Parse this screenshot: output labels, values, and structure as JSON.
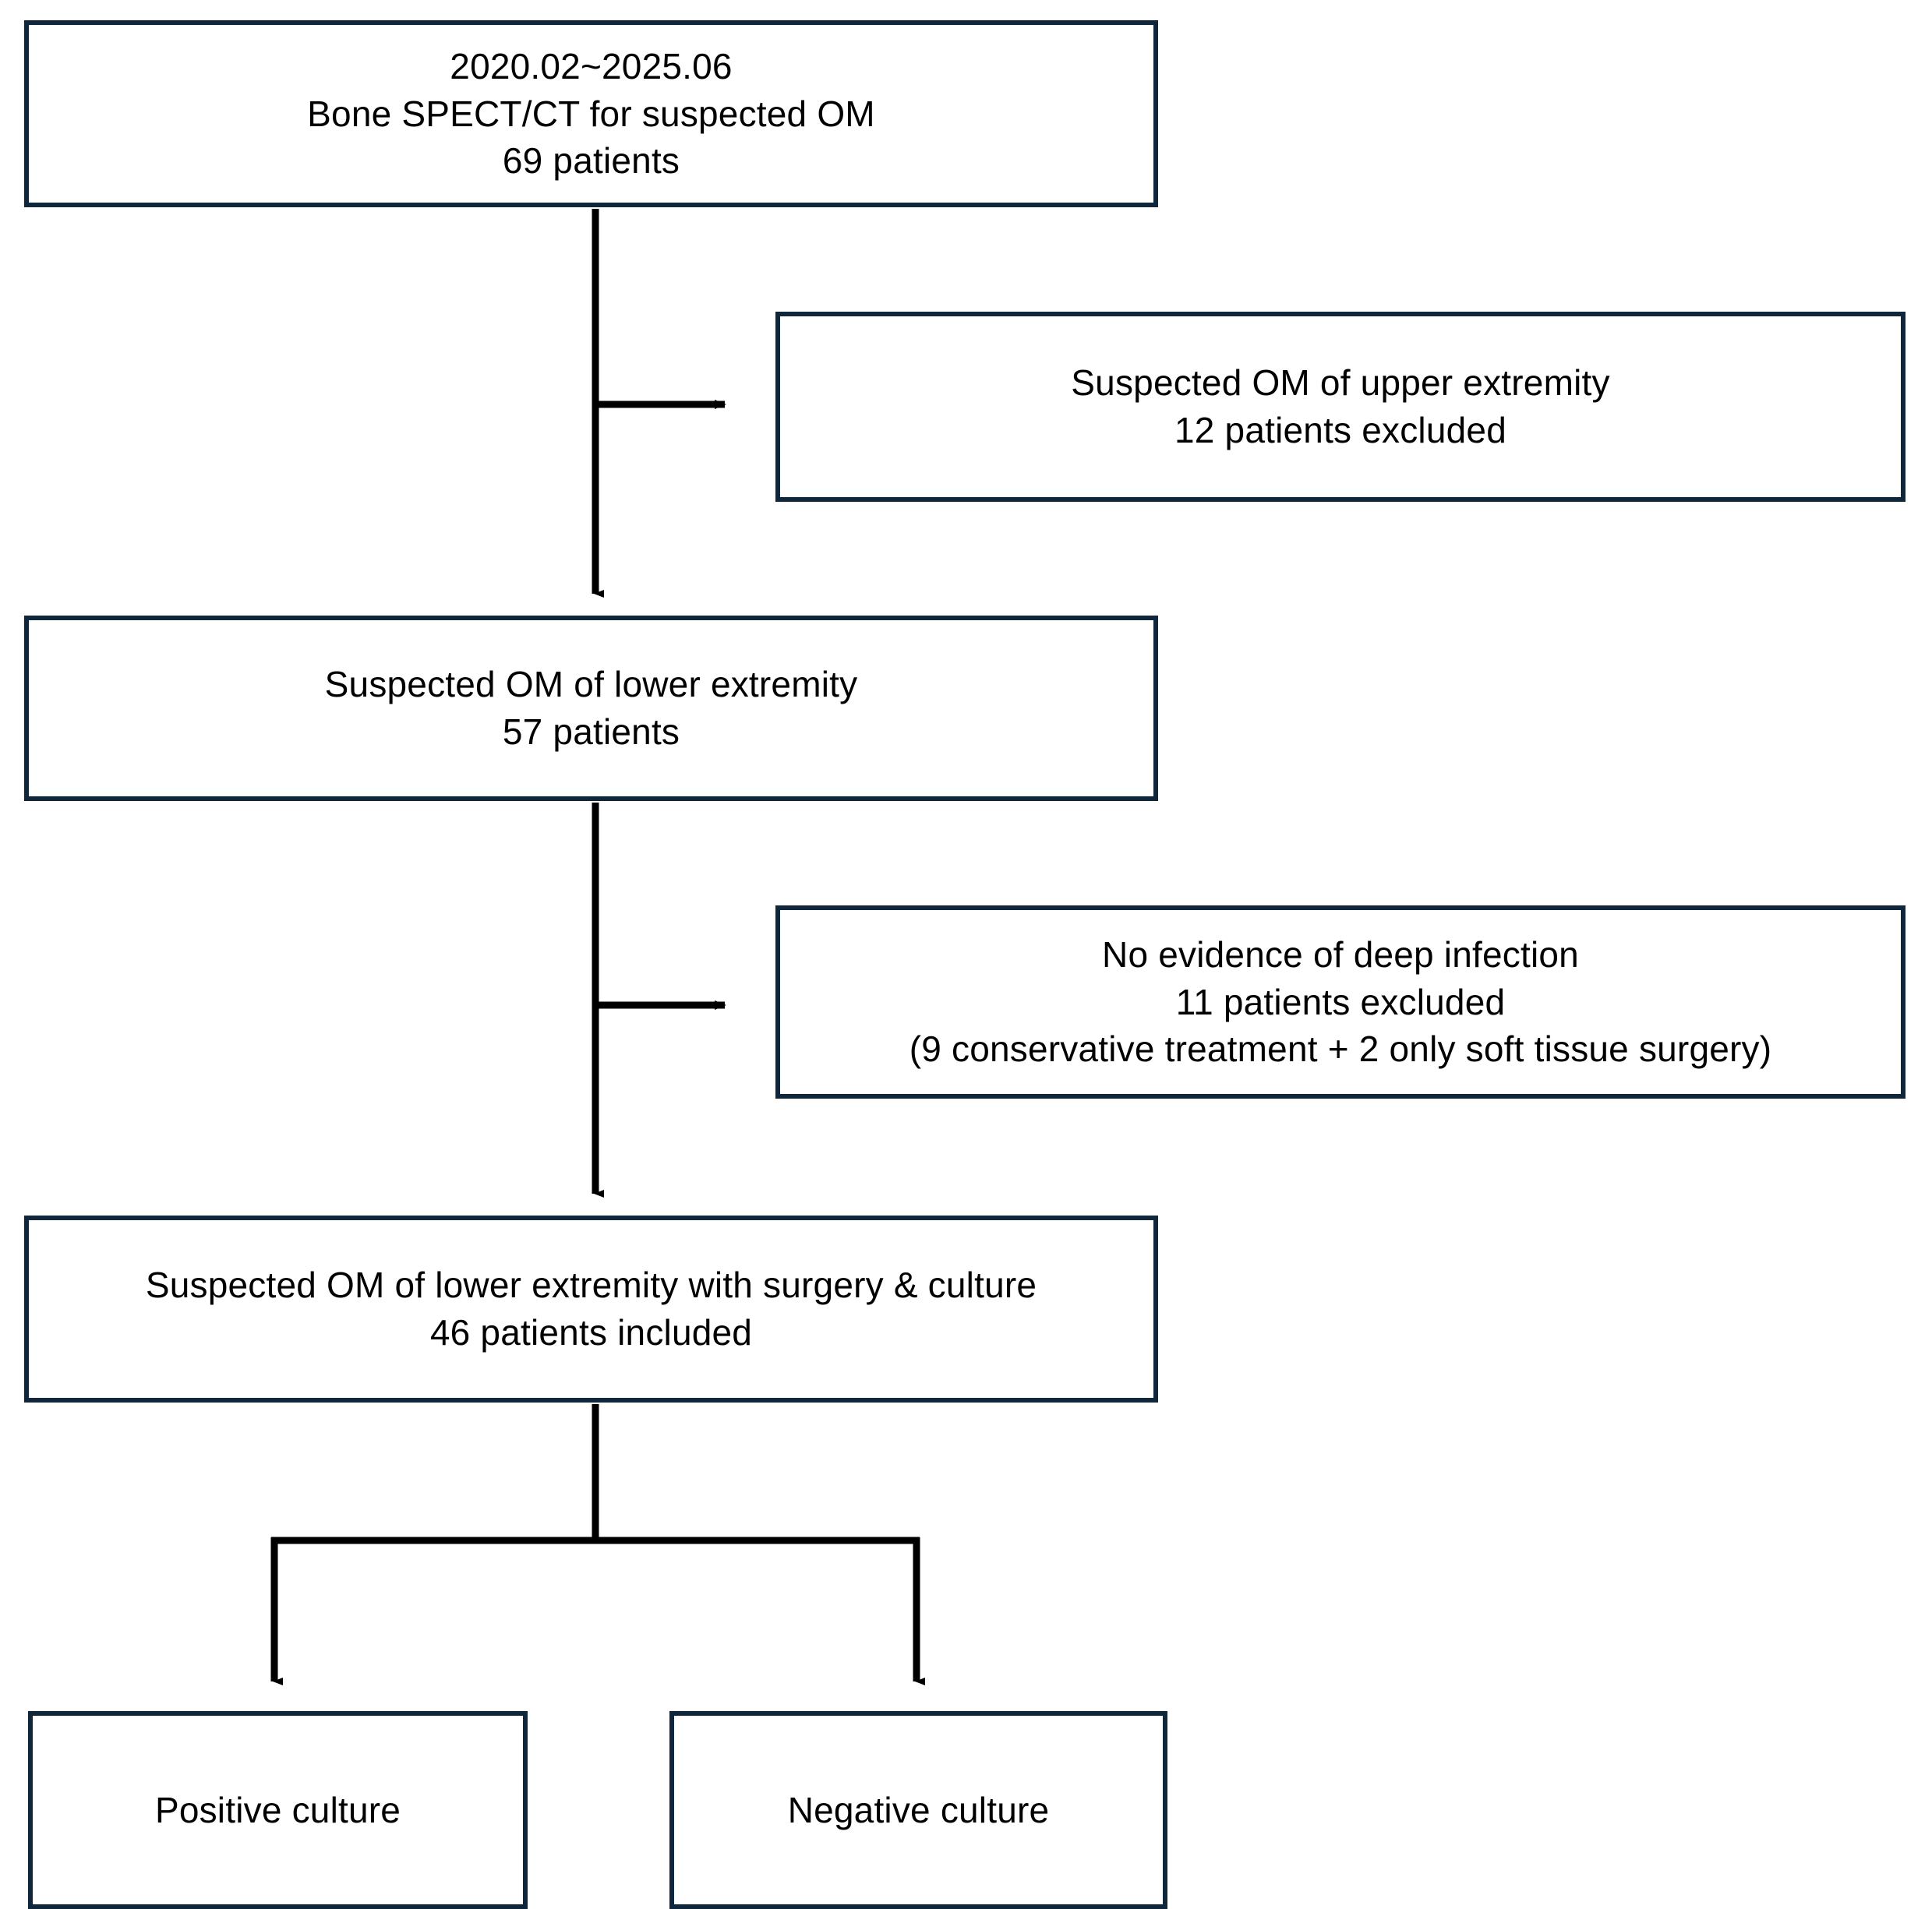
{
  "diagram": {
    "type": "flowchart",
    "title": "Patient selection flow for bone SPECT/CT in suspected osteomyelitis",
    "orientation": "top-to-bottom",
    "colors": {
      "box_border": "#10263a",
      "box_fill": "#ffffff",
      "connector": "#000000",
      "text": "#000000"
    },
    "nodes": [
      {
        "id": "enrolled",
        "kind": "start",
        "lines": [
          "2020.02~2025.06",
          "Bone SPECT/CT for suspected OM",
          "69 patients"
        ],
        "text": "2020.02~2025.06\nBone SPECT/CT for suspected OM\n69 patients",
        "period": "2020.02~2025.06",
        "count": 69,
        "count_label": "69 patients"
      },
      {
        "id": "excluded-upper",
        "kind": "exclusion",
        "lines": [
          "Suspected OM of upper extremity",
          "12 patients excluded"
        ],
        "text": "Suspected OM of upper extremity\n12 patients excluded",
        "count": 12,
        "count_label": "12 patients excluded"
      },
      {
        "id": "lower",
        "kind": "step",
        "lines": [
          "Suspected OM of lower extremity",
          "57 patients"
        ],
        "text": "Suspected OM of lower extremity\n57 patients",
        "count": 57,
        "count_label": "57 patients"
      },
      {
        "id": "excluded-deep",
        "kind": "exclusion",
        "lines": [
          "No evidence of deep infection",
          "11 patients excluded",
          "(9 conservative treatment + 2 only soft tissue surgery)"
        ],
        "text": "No evidence of deep infection\n11 patients excluded\n(9 conservative treatment + 2 only soft tissue surgery)",
        "count": 11,
        "count_label": "11 patients excluded",
        "breakdown": "(9 conservative treatment + 2 only soft tissue surgery)"
      },
      {
        "id": "included",
        "kind": "step",
        "lines": [
          "Suspected OM of lower extremity with surgery & culture",
          "46 patients included"
        ],
        "text": "Suspected OM of lower extremity with surgery & culture\n46 patients included",
        "count": 46,
        "count_label": "46 patients included"
      },
      {
        "id": "positive",
        "kind": "outcome",
        "lines": [
          "Positive culture"
        ],
        "text": "Positive culture"
      },
      {
        "id": "negative",
        "kind": "outcome",
        "lines": [
          "Negative culture"
        ],
        "text": "Negative culture"
      }
    ],
    "edges": [
      {
        "id": "enrolled-to-lower",
        "from": "enrolled",
        "to": "lower",
        "style": "straight-arrow-down"
      },
      {
        "id": "enrolled-to-excluded-upper",
        "from": "enrolled",
        "to": "excluded-upper",
        "style": "branch-arrow-right"
      },
      {
        "id": "lower-to-included",
        "from": "lower",
        "to": "included",
        "style": "straight-arrow-down"
      },
      {
        "id": "lower-to-excluded-deep",
        "from": "lower",
        "to": "excluded-deep",
        "style": "branch-arrow-right"
      },
      {
        "id": "included-to-positive",
        "from": "included",
        "to": "positive",
        "style": "split-arrow-down-left"
      },
      {
        "id": "included-to-negative",
        "from": "included",
        "to": "negative",
        "style": "split-arrow-down-right"
      }
    ]
  }
}
